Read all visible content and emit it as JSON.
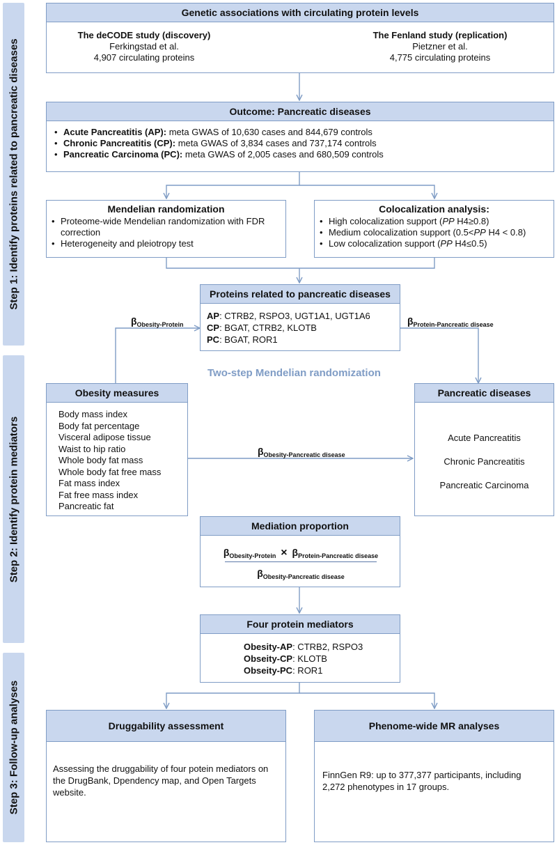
{
  "steps": {
    "step1": "Step 1: Identify proteins related to pancreatic diseases",
    "step2": "Step 2: Identify protein mediators",
    "step3": "Step 3: Follow-up  analyses"
  },
  "genetic": {
    "title": "Genetic associations with circulating protein levels",
    "left": {
      "title": "The deCODE study (discovery)",
      "author": "Ferkingstad et al.",
      "count": "4,907 circulating proteins"
    },
    "right": {
      "title": "The Fenland study (replication)",
      "author": "Pietzner et al.",
      "count": "4,775 circulating proteins"
    }
  },
  "outcome": {
    "title": "Outcome: Pancreatic diseases",
    "items": [
      {
        "label": "Acute Pancreatitis (AP):",
        "text": " meta GWAS of 10,630 cases and 844,679 controls"
      },
      {
        "label": "Chronic Pancreatitis (CP):",
        "text": " meta GWAS of 3,834 cases and 737,174 controls"
      },
      {
        "label": "Pancreatic Carcinoma (PC):",
        "text": " meta GWAS of 2,005 cases and 680,509 controls"
      }
    ]
  },
  "mr": {
    "title": "Mendelian randomization",
    "items": [
      "Proteome-wide Mendelian randomization with FDR correction",
      "Heterogeneity and pleiotropy test"
    ]
  },
  "coloc": {
    "title": "Colocalization analysis:",
    "items": [
      {
        "pre": "High colocalization support (",
        "pp": "PP",
        "post": " H4≥0.8)"
      },
      {
        "pre": "Medium colocalization support (0.5<",
        "pp": "PP",
        "post": " H4 < 0.8)"
      },
      {
        "pre": "Low colocalization support (",
        "pp": "PP",
        "post": " H4≤0.5)"
      }
    ]
  },
  "proteins": {
    "title": "Proteins related to pancreatic diseases",
    "rows": [
      {
        "label": "AP",
        "text": ": CTRB2, RSPO3, UGT1A1, UGT1A6"
      },
      {
        "label": "CP",
        "text": ": BGAT, CTRB2, KLOTB"
      },
      {
        "label": "PC",
        "text": ": BGAT, ROR1"
      }
    ]
  },
  "beta": {
    "symbol": "β",
    "obesity_protein": "Obesity-Protein",
    "protein_disease": "Protein-Pancreatic disease",
    "obesity_disease": "Obesity-Pancreatic disease",
    "times": "×"
  },
  "two_step": "Two-step Mendelian randomization",
  "obesity": {
    "title": "Obesity measures",
    "items": [
      "Body mass index",
      "Body fat percentage",
      "Visceral adipose tissue",
      "Waist to hip ratio",
      "Whole body fat mass",
      "Whole body fat free mass",
      "Fat mass index",
      "Fat free mass index",
      "Pancreatic fat"
    ]
  },
  "diseases": {
    "title": "Pancreatic diseases",
    "items": [
      "Acute Pancreatitis",
      "Chronic Pancreatitis",
      "Pancreatic Carcinoma"
    ]
  },
  "mediation": {
    "title": "Mediation proportion"
  },
  "mediators": {
    "title": "Four protein mediators",
    "rows": [
      {
        "label": "Obesity-AP",
        "text": ": CTRB2, RSPO3"
      },
      {
        "label": "Obseity-CP",
        "text": ": KLOTB"
      },
      {
        "label": "Obseity-PC",
        "text": ": ROR1"
      }
    ]
  },
  "drug": {
    "title": "Druggability assessment",
    "text": "Assessing the druggability of four potein mediators on the DrugBank, Dpendency map, and Open Targets website."
  },
  "phewas": {
    "title": "Phenome-wide MR analyses",
    "text": "FinnGen R9: up to 377,377 participants, including 2,272 phenotypes in 17 groups."
  },
  "colors": {
    "header_fill": "#c9d7ee",
    "border": "#7f9cc5",
    "accent_text": "#7f9cc5"
  }
}
